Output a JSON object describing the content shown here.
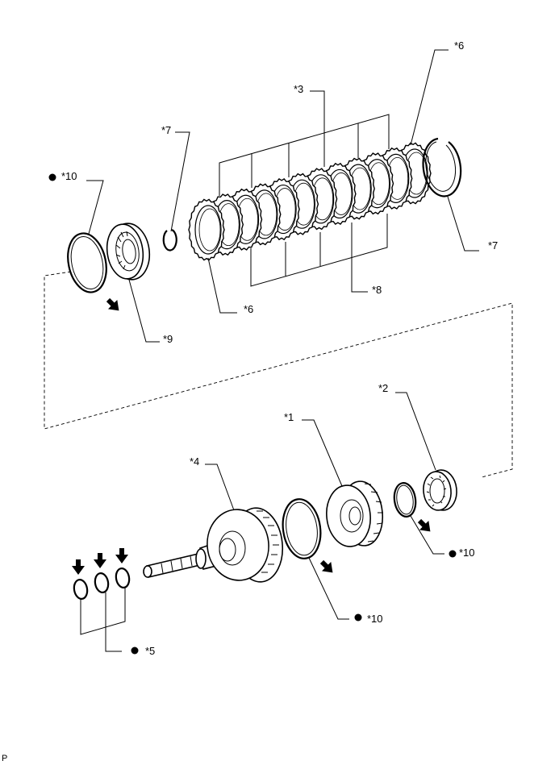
{
  "callouts": {
    "c1": "*1",
    "c2": "*2",
    "c3": "*3",
    "c4": "*4",
    "c5": "*5",
    "c6_top": "*6",
    "c6_bottom": "*6",
    "c7_left": "*7",
    "c7_right": "*7",
    "c8": "*8",
    "c9": "*9",
    "c10_topleft": "*10",
    "c10_right": "*10",
    "c10_bottom": "*10"
  },
  "corner_code": "P",
  "marker_symbol": "filled-circle",
  "arrow_symbol": "black-arrow"
}
